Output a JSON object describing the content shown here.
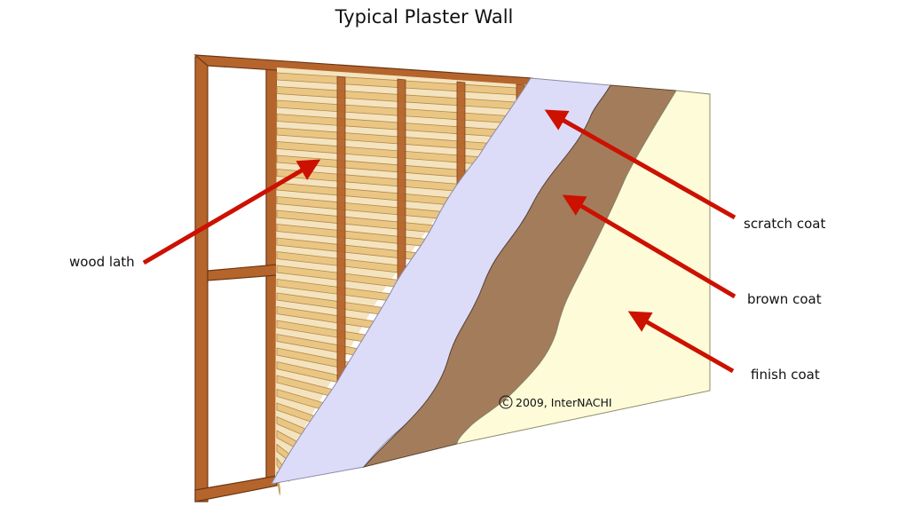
{
  "title": "Typical Plaster Wall",
  "labels": {
    "wood_lath": "wood lath",
    "scratch_coat": "scratch coat",
    "brown_coat": "brown coat",
    "finish_coat": "finish coat"
  },
  "copyright": "2009, InterNACHI",
  "colors": {
    "stud": "#b5652c",
    "stud_dark": "#7c3f18",
    "lath": "#e9c684",
    "lath_edge": "#b78843",
    "scratch_coat": "#dcdcf9",
    "brown_coat": "#a37c5c",
    "finish_coat": "#fdfbd8",
    "arrow": "#cc1100"
  }
}
